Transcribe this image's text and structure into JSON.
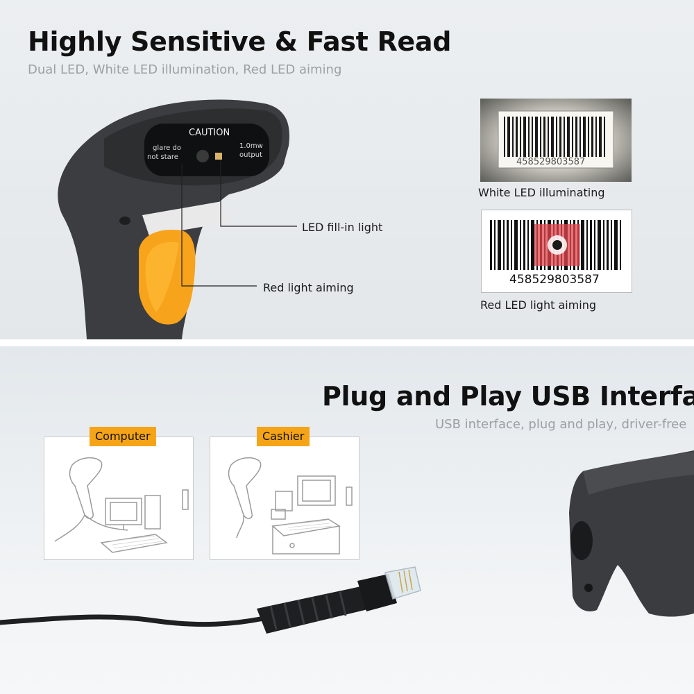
{
  "feature_top": {
    "title": "Highly Sensitive & Fast Read",
    "subtitle": "Dual LED, White LED illumination, Red LED aiming",
    "scanner_caution": "CAUTION",
    "scanner_warning_left_1": "glare do",
    "scanner_warning_left_2": "not stare",
    "scanner_warning_right_1": "1.0mw",
    "scanner_warning_right_2": "output",
    "callout_led_fill": "LED fill-in light",
    "callout_red_aiming": "Red light aiming",
    "barcode_white": {
      "number": "458529803587",
      "caption": "White LED illuminating"
    },
    "barcode_red": {
      "number": "458529803587",
      "caption": "Red LED light aiming"
    },
    "trigger_color": "#f7a31c",
    "aim_red": "#e2474f"
  },
  "feature_bottom": {
    "title": "Plug and Play USB Interface",
    "subtitle": "USB interface, plug and play, driver-free",
    "diagram_computer_tag": "Computer",
    "diagram_cashier_tag": "Cashier",
    "tag_color": "#f6a417"
  }
}
